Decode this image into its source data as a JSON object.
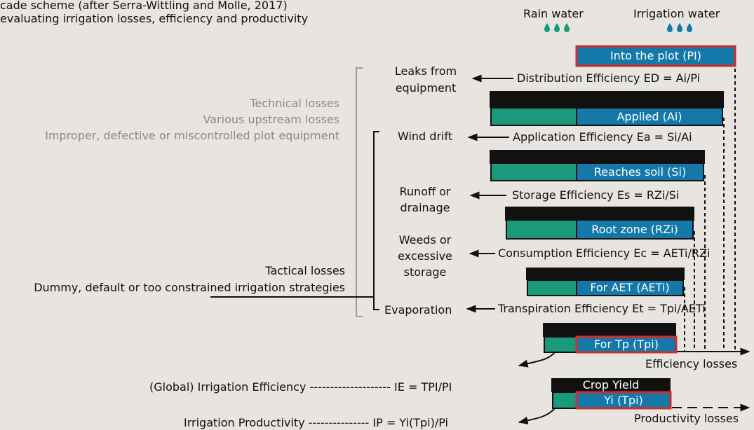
{
  "title": {
    "line1": "cade scheme (after Serra-Wittling and Molle, 2017)",
    "line2": "evaluating irrigation losses, efficiency and productivity"
  },
  "legend": {
    "rain": "Rain water",
    "irrigation": "Irrigation water"
  },
  "colors": {
    "rain": "#1a9a7a",
    "irrigation": "#1478a8",
    "black": "#111111",
    "highlight": "#d42a2a",
    "background": "#e8e4df",
    "grey_text": "#8a8a8a"
  },
  "loss_groups": {
    "technical": [
      "Technical losses",
      "Various upstream losses",
      "Improper, defective or miscontrolled plot equipment"
    ],
    "tactical": [
      "Tactical losses",
      "Dummy, default or too constrained irrigation strategies"
    ]
  },
  "losses": {
    "leaks": [
      "Leaks from",
      "equipment"
    ],
    "wind": "Wind drift",
    "runoff": [
      "Runoff or",
      "drainage"
    ],
    "weeds": [
      "Weeds or",
      "excessive",
      "storage"
    ],
    "evaporation": "Evaporation"
  },
  "efficiencies": {
    "ed": "Distribution Efficiency ED = Ai/Pi",
    "ea": "Application Efficiency Ea = Si/Ai",
    "es": "Storage Efficiency Es = RZi/Si",
    "ec": "Consumption Efficiency Ec = AETi/RZi",
    "et": "Transpiration Efficiency Et = Tpi/AETi"
  },
  "boxes": {
    "pi": "Into the plot (PI)",
    "ai": "Applied (Ai)",
    "si": "Reaches soil (Si)",
    "rzi": "Root zone (RZi)",
    "aeti": "For AET (AETi)",
    "tpi": "For Tp (Tpi)",
    "crop_yield": "Crop Yield",
    "yi": "Yi (Tpi)"
  },
  "global": {
    "ie": "(Global) Irrigation Efficiency -------------------- IE = TPI/PI",
    "ip": "Irrigation Productivity --------------- IP = Yi(Tpi)/Pi",
    "efficiency_losses": "Efficiency losses",
    "productivity_losses": "Productivity losses"
  }
}
